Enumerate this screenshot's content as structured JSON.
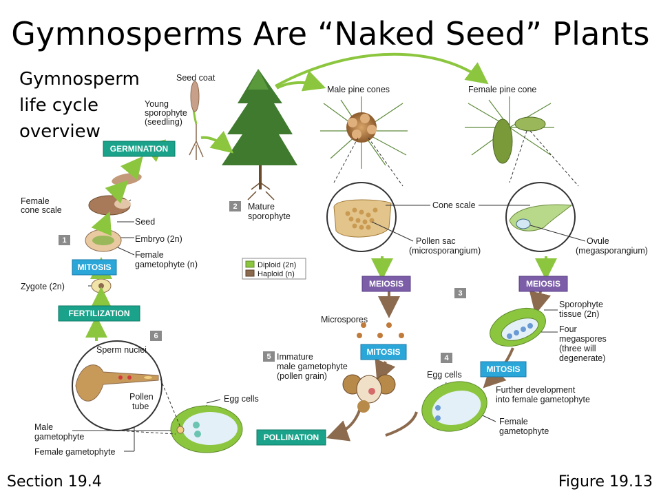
{
  "slide": {
    "title": "Gymnosperms Are “Naked Seed” Plants",
    "subtitle": "Gymnosperm\nlife cycle\noverview",
    "footer_left": "Section 19.4",
    "footer_right": "Figure 19.13"
  },
  "process_boxes": {
    "germination": "GERMINATION",
    "mitosis_left": "MITOSIS",
    "fertilization": "FERTILIZATION",
    "meiosis_male": "MEIOSIS",
    "meiosis_female": "MEIOSIS",
    "mitosis_male": "MITOSIS",
    "mitosis_female": "MITOSIS",
    "pollination": "POLLINATION"
  },
  "steps": [
    "1",
    "2",
    "3",
    "4",
    "5",
    "6"
  ],
  "labels": {
    "seed_coat": "Seed coat",
    "young_sporophyte_1": "Young",
    "young_sporophyte_2": "sporophyte",
    "young_sporophyte_3": "(seedling)",
    "mature_sporophyte_1": "Mature",
    "mature_sporophyte_2": "sporophyte",
    "male_cones": "Male pine cones",
    "female_cone": "Female pine cone",
    "female_cone_scale_1": "Female",
    "female_cone_scale_2": "cone scale",
    "seed": "Seed",
    "embryo": "Embryo (2n)",
    "female_gametophyte_1": "Female",
    "female_gametophyte_2": "gametophyte (n)",
    "zygote": "Zygote (2n)",
    "cone_scale": "Cone scale",
    "pollen_sac_1": "Pollen sac",
    "pollen_sac_2": "(microsporangium)",
    "ovule_1": "Ovule",
    "ovule_2": "(megasporangium)",
    "microspores": "Microspores",
    "sporophyte_tissue_1": "Sporophyte",
    "sporophyte_tissue_2": "tissue (2n)",
    "four_megaspores_1": "Four",
    "four_megaspores_2": "megaspores",
    "four_megaspores_3": "(three will",
    "four_megaspores_4": "degenerate)",
    "immature_male_1": "Immature",
    "immature_male_2": "male gametophyte",
    "immature_male_3": "(pollen grain)",
    "egg_cells_right": "Egg cells",
    "further_dev_1": "Further development",
    "further_dev_2": "into female gametophyte",
    "female_gametophyte_r1": "Female",
    "female_gametophyte_r2": "gametophyte",
    "sperm_nuclei": "Sperm nuclei",
    "pollen_tube_1": "Pollen",
    "pollen_tube_2": "tube",
    "egg_cells_left": "Egg cells",
    "male_gametophyte_1": "Male",
    "male_gametophyte_2": "gametophyte",
    "female_gametophyte_bottom": "Female gametophyte"
  },
  "legend": {
    "diploid": "Diploid (2n)",
    "haploid": "Haploid (n)"
  },
  "colors": {
    "teal_box": "#1aa38a",
    "blue_box": "#2aa7d8",
    "purple_box": "#7b5ea7",
    "arrow_green": "#8cc63f",
    "arrow_brown": "#8b6a4e",
    "diploid": "#8cc63f",
    "haploid": "#8b6a4e",
    "step_box": "#8a8a8a"
  }
}
